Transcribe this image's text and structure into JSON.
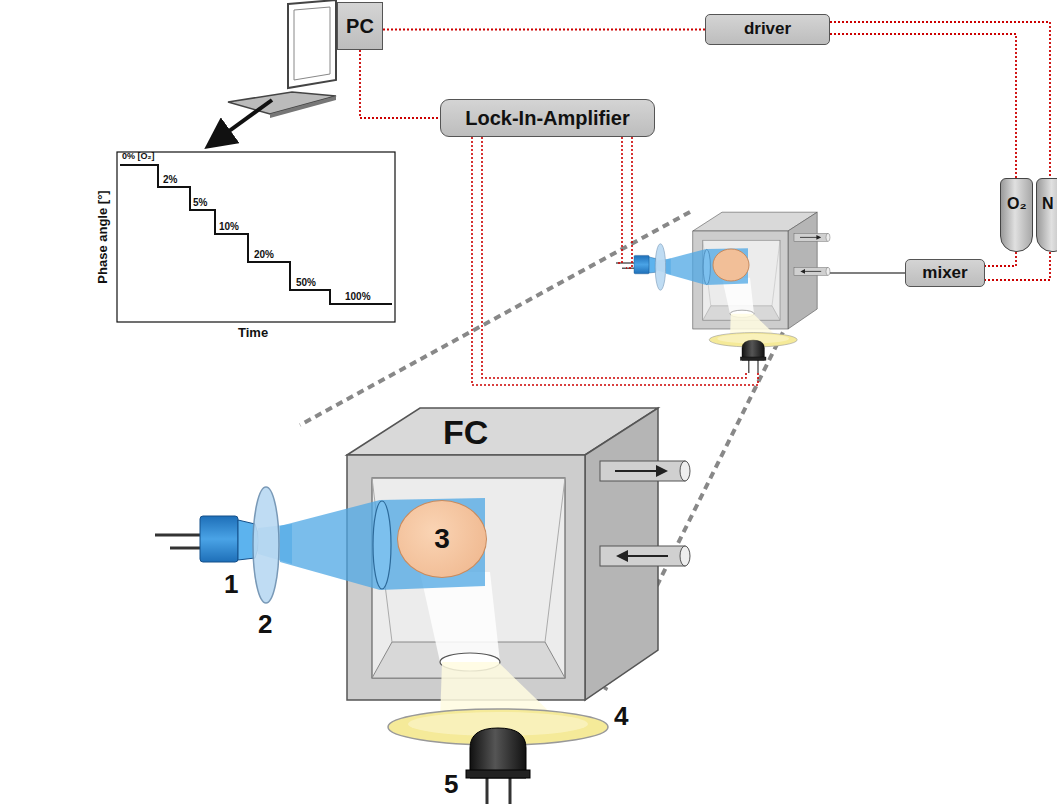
{
  "diagram": {
    "nodes": [
      {
        "text": [
          "PC"
        ]
      },
      {
        "text": [
          "driver"
        ]
      },
      {
        "text": [
          "Lock-In-Amplifier"
        ]
      },
      {
        "text": [
          "O₂"
        ]
      },
      {
        "text": [
          "N"
        ]
      },
      {
        "text": [
          "mixer"
        ]
      },
      {
        "text": [
          "FC"
        ]
      },
      {
        "text": [
          "3"
        ],
        "in": 6
      }
    ],
    "edges": [
      {
        "from": 0,
        "to": 1,
        "arrow": "none"
      },
      {
        "from": 0,
        "to": 2,
        "arrow": "none"
      },
      {
        "from": 1,
        "to": 3,
        "arrow": "none"
      },
      {
        "from": 1,
        "to": 4,
        "arrow": "none"
      },
      {
        "from": 3,
        "to": 5,
        "arrow": "none"
      },
      {
        "from": 4,
        "to": 5,
        "arrow": "none"
      }
    ],
    "labels": [
      "Phase angle [°]",
      "Time",
      "0% [O₂]",
      "2%",
      "5%",
      "10%",
      "20%",
      "50%",
      "100%",
      "1",
      "2",
      "4",
      "5"
    ]
  }
}
